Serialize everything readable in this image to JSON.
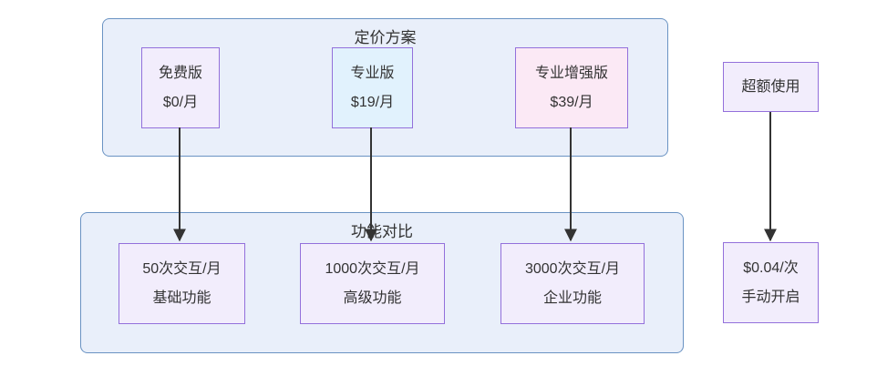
{
  "groups": {
    "pricing": {
      "title": "定价方案",
      "nodes": [
        {
          "name": "免费版",
          "price": "$0/月"
        },
        {
          "name": "专业版",
          "price": "$19/月"
        },
        {
          "name": "专业增强版",
          "price": "$39/月"
        }
      ]
    },
    "features": {
      "title": "功能对比",
      "nodes": [
        {
          "quota": "50次交互/月",
          "feature": "基础功能"
        },
        {
          "quota": "1000次交互/月",
          "feature": "高级功能"
        },
        {
          "quota": "3000次交互/月",
          "feature": "企业功能"
        }
      ]
    }
  },
  "overage": {
    "label": "超额使用",
    "price": "$0.04/次",
    "mode": "手动开启"
  },
  "colors": {
    "group-fill": "#e9effa",
    "group-border": "#6a93c3",
    "node-border": "#9370db",
    "node-lavender": "#f2edfc",
    "node-blue": "#e1f2fd",
    "node-pink": "#fbe9f5",
    "arrow": "#333333",
    "text": "#333333"
  }
}
